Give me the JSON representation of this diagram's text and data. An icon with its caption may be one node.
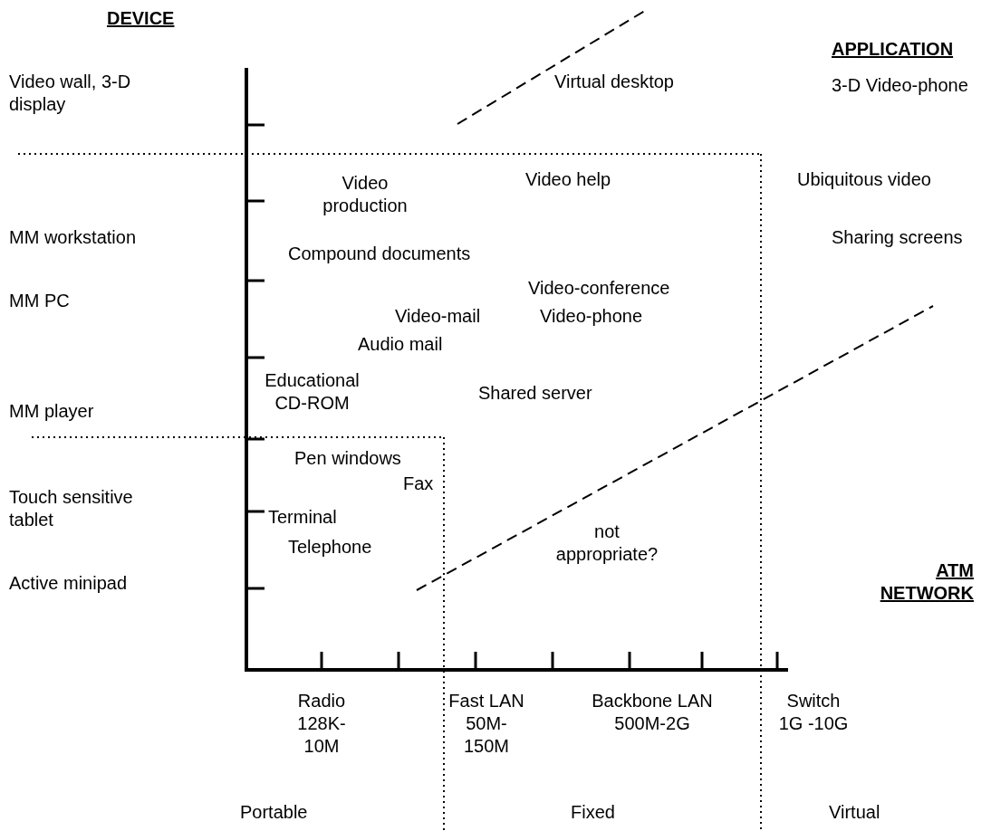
{
  "diagram": {
    "labels": [
      "DEVICE",
      "APPLICATION",
      "Video wall, 3-D display",
      "Virtual desktop",
      "3-D Video-phone",
      "Video production",
      "Video help",
      "Ubiquitous video",
      "MM workstation",
      "Sharing screens",
      "Compound documents",
      "Video-conference",
      "MM PC",
      "Video-mail",
      "Video-phone",
      "Audio mail",
      "Educational CD-ROM",
      "Shared server",
      "MM player",
      "Pen windows",
      "Fax",
      "Touch sensitive tablet",
      "Terminal",
      "Telephone",
      "not appropriate?",
      "Active minipad",
      "ATM NETWORK",
      "Radio 128K- 10M",
      "Fast LAN 50M- 150M",
      "Backbone LAN 500M-2G",
      "Switch 1G -10G",
      "Portable",
      "Fixed",
      "Virtual"
    ]
  }
}
